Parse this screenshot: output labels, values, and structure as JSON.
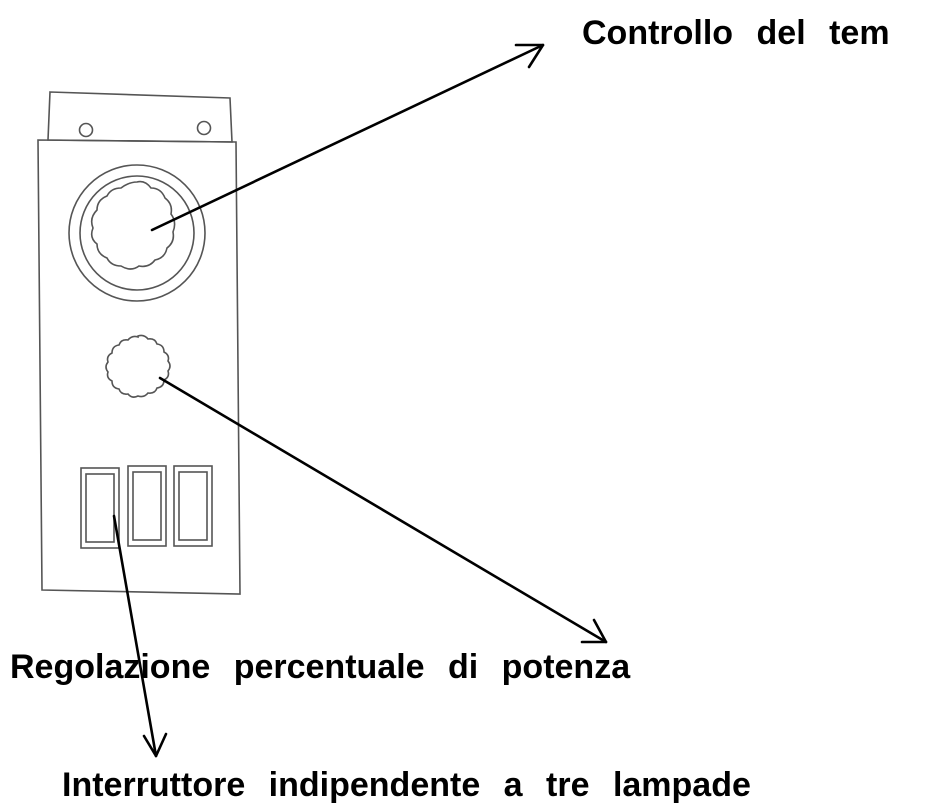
{
  "labels": {
    "temperature_control": "Controllo del tem",
    "power_regulation": "Regolazione percentuale di potenza",
    "lamp_switch": "Interruttore indipendente a tre lampade"
  },
  "colors": {
    "line": "#000000",
    "sketch": "#555555",
    "background": "#ffffff"
  }
}
